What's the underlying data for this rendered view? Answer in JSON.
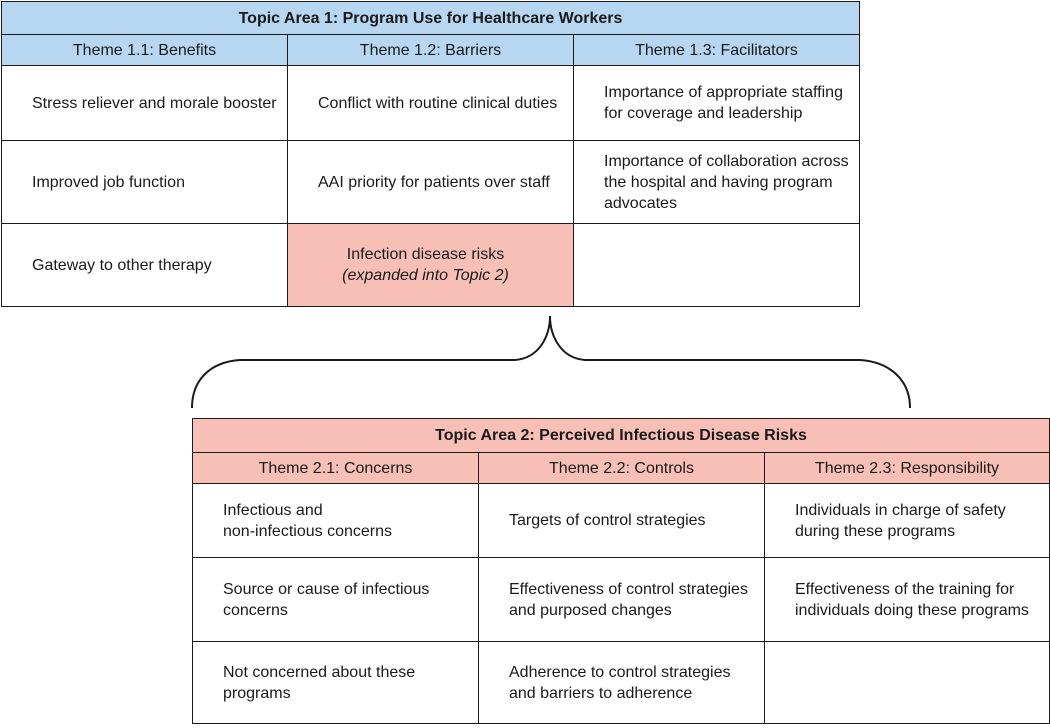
{
  "topic1": {
    "title": "Topic Area 1: Program Use for Healthcare Workers",
    "themes": [
      "Theme 1.1: Benefits",
      "Theme 1.2: Barriers",
      "Theme 1.3: Facilitators"
    ],
    "rows": [
      [
        "Stress reliever and morale booster",
        "Conflict with routine clinical duties",
        "Importance of appropriate staffing for coverage and leadership"
      ],
      [
        "Improved job function",
        "AAI priority for patients over staff",
        "Importance of collaboration across the hospital and having program advocates"
      ],
      [
        "Gateway to other therapy",
        "Infection disease risks",
        ""
      ]
    ],
    "highlight_note": "(expanded into Topic 2)"
  },
  "topic2": {
    "title": "Topic Area 2: Perceived Infectious Disease Risks",
    "themes": [
      "Theme 2.1: Concerns",
      "Theme 2.2: Controls",
      "Theme 2.3: Responsibility"
    ],
    "rows": [
      [
        [
          "Infectious and",
          "non-infectious concerns"
        ],
        "Targets of control strategies",
        "Individuals in charge of safety during these programs"
      ],
      [
        "Source or cause of infectious concerns",
        "Effectiveness of control strategies and purposed changes",
        "Effectiveness of the training for individuals doing these programs"
      ],
      [
        "Not concerned about these programs",
        "Adherence to control strategies and barriers to adherence",
        ""
      ]
    ]
  },
  "colors": {
    "topic1_header": "#b7d7f0",
    "topic2_header": "#f7bfb6",
    "highlight": "#f7bfb6"
  }
}
